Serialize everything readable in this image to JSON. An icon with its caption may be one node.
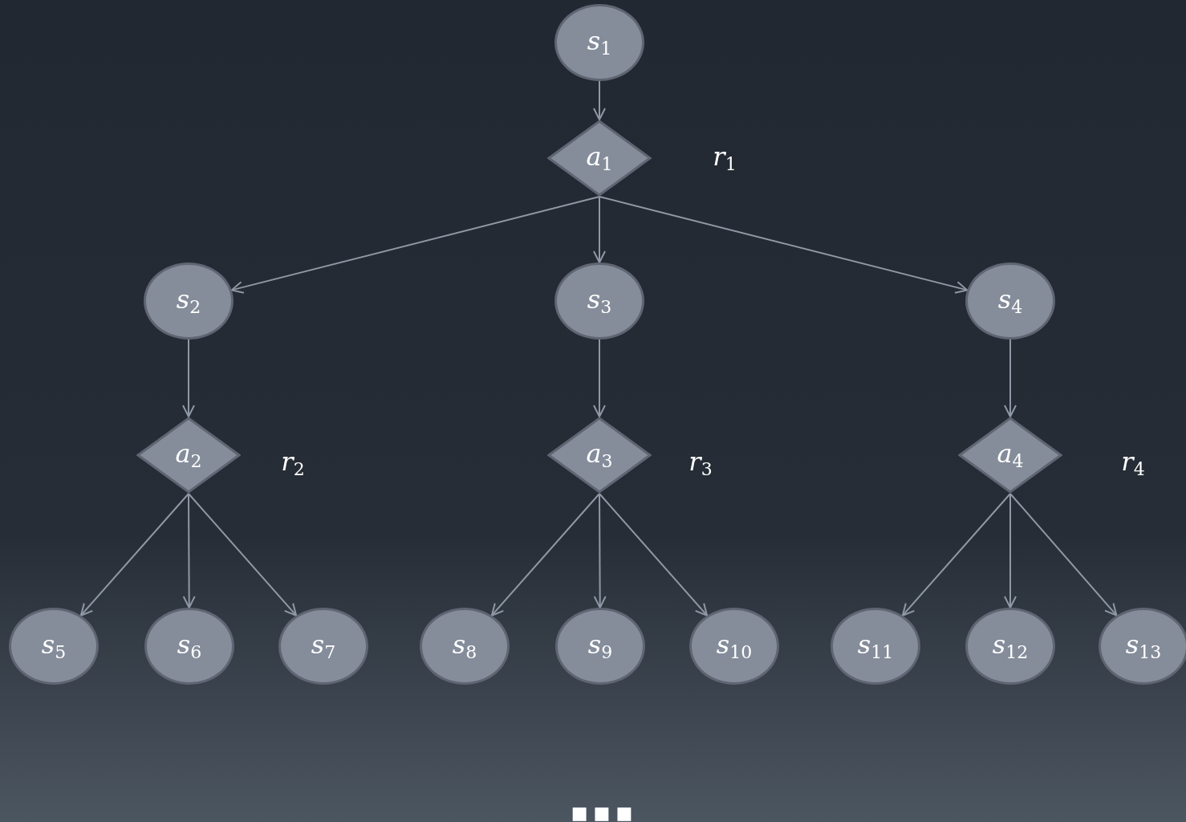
{
  "diagram": {
    "nodes": [
      {
        "text": [
          "*s*$_{1}$"
        ]
      },
      {
        "text": [
          "*a*$_{1}$"
        ],
        "beside": [
          "*r*$_{1}$"
        ]
      },
      {
        "text": [
          "*s*$_{2}$"
        ]
      },
      {
        "text": [
          "*s*$_{3}$"
        ]
      },
      {
        "text": [
          "*s*$_{4}$"
        ]
      },
      {
        "text": [
          "*a*$_{2}$"
        ],
        "beside": [
          "*r*$_{2}$"
        ]
      },
      {
        "text": [
          "*a*$_{3}$"
        ],
        "beside": [
          "*r*$_{3}$"
        ]
      },
      {
        "text": [
          "*a*$_{4}$"
        ],
        "beside": [
          "*r*$_{4}$"
        ]
      },
      {
        "text": [
          "*s*$_{5}$"
        ]
      },
      {
        "text": [
          "*s*$_{6}$"
        ]
      },
      {
        "text": [
          "*s*$_{7}$"
        ]
      },
      {
        "text": [
          "*s*$_{8}$"
        ]
      },
      {
        "text": [
          "*s*$_{9}$"
        ]
      },
      {
        "text": [
          "*s*$_{10}$"
        ]
      },
      {
        "text": [
          "*s*$_{11}$"
        ]
      },
      {
        "text": [
          "*s*$_{12}$"
        ]
      },
      {
        "text": [
          "*s*$_{13}$"
        ]
      }
    ],
    "edges": [
      {
        "from": 0,
        "to": 1,
        "arrow": "to"
      },
      {
        "from": 1,
        "to": 2,
        "arrow": "to"
      },
      {
        "from": 1,
        "to": 3,
        "arrow": "to"
      },
      {
        "from": 1,
        "to": 4,
        "arrow": "to"
      },
      {
        "from": 2,
        "to": 5,
        "arrow": "to"
      },
      {
        "from": 3,
        "to": 6,
        "arrow": "to"
      },
      {
        "from": 4,
        "to": 7,
        "arrow": "to"
      },
      {
        "from": 5,
        "to": 8,
        "arrow": "to"
      },
      {
        "from": 5,
        "to": 9,
        "arrow": "to"
      },
      {
        "from": 5,
        "to": 10,
        "arrow": "to"
      },
      {
        "from": 6,
        "to": 11,
        "arrow": "to"
      },
      {
        "from": 6,
        "to": 12,
        "arrow": "to"
      },
      {
        "from": 6,
        "to": 13,
        "arrow": "to"
      },
      {
        "from": 7,
        "to": 14,
        "arrow": "to"
      },
      {
        "from": 7,
        "to": 15,
        "arrow": "to"
      },
      {
        "from": 7,
        "to": 16,
        "arrow": "to"
      }
    ],
    "labels": [
      "■ ■ ■"
    ]
  }
}
